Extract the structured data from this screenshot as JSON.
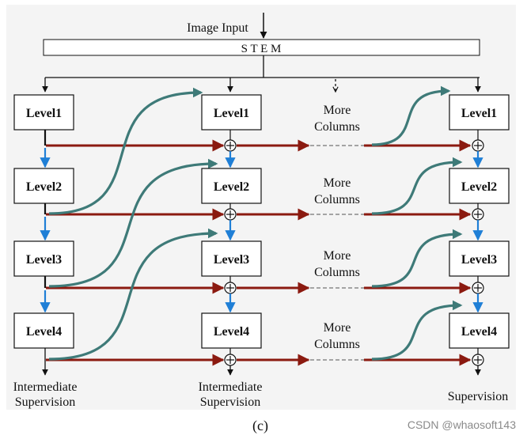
{
  "input_label": "Image Input",
  "stem_label": "S T E M",
  "columns": [
    {
      "levels": [
        "Level1",
        "Level2",
        "Level3",
        "Level4"
      ],
      "bottom_label": [
        "Intermediate",
        "Supervision"
      ]
    },
    {
      "levels": [
        "Level1",
        "Level2",
        "Level3",
        "Level4"
      ],
      "bottom_label": [
        "Intermediate",
        "Supervision"
      ]
    },
    {
      "levels": [
        "Level1",
        "Level2",
        "Level3",
        "Level4"
      ],
      "bottom_label": [
        "Supervision"
      ]
    }
  ],
  "more_columns": [
    "More",
    "Columns"
  ],
  "sum_symbol": "⊕",
  "caption": "(c)",
  "watermark": "CSDN @whaosoft143",
  "colors": {
    "background_panel": "#f4f4f4",
    "level_fill": "#ffffff",
    "level_border": "#111111",
    "blue_arrow": "#1f7fd6",
    "red_arrow": "#8b1a10",
    "teal_curve": "#3e7a78",
    "black": "#111111"
  }
}
